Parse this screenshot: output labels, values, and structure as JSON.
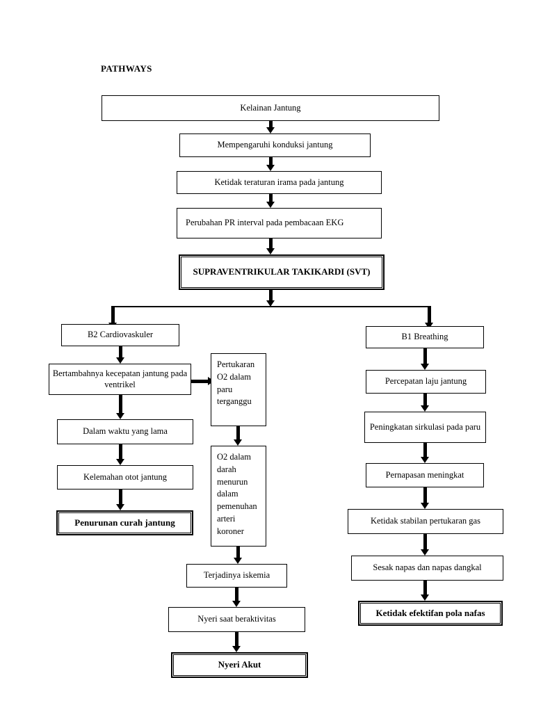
{
  "document": {
    "title": "PATHWAYS"
  },
  "flowchart": {
    "type": "flowchart",
    "orientation": "top-down",
    "nodes": [
      {
        "id": "kelainan-jantung",
        "label": "Kelainan Jantung",
        "emphasis": "normal"
      },
      {
        "id": "mempengaruhi-konduksi",
        "label": "Mempengaruhi konduksi jantung",
        "emphasis": "normal"
      },
      {
        "id": "ketidak-teraturan-irama",
        "label": "Ketidak teraturan irama pada jantung",
        "emphasis": "normal"
      },
      {
        "id": "perubahan-pr-interval",
        "label": "Perubahan PR interval pada pembacaan EKG",
        "emphasis": "normal"
      },
      {
        "id": "svt",
        "label": "SUPRAVENTRIKULAR TAKIKARDI (SVT)",
        "emphasis": "bold-thick"
      },
      {
        "id": "b2-cardiovaskuler",
        "label": "B2 Cardiovaskuler",
        "emphasis": "normal"
      },
      {
        "id": "bertambahnya-kecepatan",
        "label": "Bertambahnya kecepatan jantung pada ventrikel",
        "emphasis": "normal"
      },
      {
        "id": "dalam-waktu-lama",
        "label": "Dalam waktu yang lama",
        "emphasis": "normal"
      },
      {
        "id": "kelemahan-otot-jantung",
        "label": "Kelemahan otot jantung",
        "emphasis": "normal"
      },
      {
        "id": "penurunan-curah-jantung",
        "label": "Penurunan curah jantung",
        "emphasis": "bold-thick"
      },
      {
        "id": "pertukaran-o2-paru",
        "label": "Pertukaran O2 dalam paru terganggu",
        "emphasis": "normal"
      },
      {
        "id": "o2-darah-menurun",
        "label": "O2 dalam darah menurun dalam pemenuhan arteri koroner",
        "emphasis": "normal"
      },
      {
        "id": "terjadinya-iskemia",
        "label": "Terjadinya iskemia",
        "emphasis": "normal"
      },
      {
        "id": "nyeri-saat-beraktivitas",
        "label": "Nyeri saat beraktivitas",
        "emphasis": "normal"
      },
      {
        "id": "nyeri-akut",
        "label": "Nyeri Akut",
        "emphasis": "bold-thick"
      },
      {
        "id": "b1-breathing",
        "label": "B1 Breathing",
        "emphasis": "normal"
      },
      {
        "id": "percepatan-laju-jantung",
        "label": "Percepatan laju jantung",
        "emphasis": "normal"
      },
      {
        "id": "peningkatan-sirkulasi",
        "label": "Peningkatan sirkulasi pada paru",
        "emphasis": "normal"
      },
      {
        "id": "pernapasan-meningkat",
        "label": "Pernapasan meningkat",
        "emphasis": "normal"
      },
      {
        "id": "ketidak-stabilan-gas",
        "label": "Ketidak stabilan pertukaran gas",
        "emphasis": "normal"
      },
      {
        "id": "sesak-napas-dangkal",
        "label": "Sesak napas dan napas dangkal",
        "emphasis": "normal"
      },
      {
        "id": "ketidak-efektifan-pola",
        "label": "Ketidak efektifan pola nafas",
        "emphasis": "bold-thick"
      }
    ],
    "edges": [
      {
        "from": "kelainan-jantung",
        "to": "mempengaruhi-konduksi",
        "direction": "down"
      },
      {
        "from": "mempengaruhi-konduksi",
        "to": "ketidak-teraturan-irama",
        "direction": "down"
      },
      {
        "from": "ketidak-teraturan-irama",
        "to": "perubahan-pr-interval",
        "direction": "down"
      },
      {
        "from": "perubahan-pr-interval",
        "to": "svt",
        "direction": "down"
      },
      {
        "from": "svt",
        "to": "b2-cardiovaskuler",
        "direction": "down-split-left"
      },
      {
        "from": "svt",
        "to": "b1-breathing",
        "direction": "down-split-right"
      },
      {
        "from": "b2-cardiovaskuler",
        "to": "bertambahnya-kecepatan",
        "direction": "down"
      },
      {
        "from": "bertambahnya-kecepatan",
        "to": "dalam-waktu-lama",
        "direction": "down"
      },
      {
        "from": "bertambahnya-kecepatan",
        "to": "pertukaran-o2-paru",
        "direction": "right"
      },
      {
        "from": "dalam-waktu-lama",
        "to": "kelemahan-otot-jantung",
        "direction": "down"
      },
      {
        "from": "kelemahan-otot-jantung",
        "to": "penurunan-curah-jantung",
        "direction": "down"
      },
      {
        "from": "pertukaran-o2-paru",
        "to": "o2-darah-menurun",
        "direction": "down"
      },
      {
        "from": "o2-darah-menurun",
        "to": "terjadinya-iskemia",
        "direction": "down"
      },
      {
        "from": "terjadinya-iskemia",
        "to": "nyeri-saat-beraktivitas",
        "direction": "down"
      },
      {
        "from": "nyeri-saat-beraktivitas",
        "to": "nyeri-akut",
        "direction": "down"
      },
      {
        "from": "b1-breathing",
        "to": "percepatan-laju-jantung",
        "direction": "down"
      },
      {
        "from": "percepatan-laju-jantung",
        "to": "peningkatan-sirkulasi",
        "direction": "down"
      },
      {
        "from": "peningkatan-sirkulasi",
        "to": "pernapasan-meningkat",
        "direction": "down"
      },
      {
        "from": "pernapasan-meningkat",
        "to": "ketidak-stabilan-gas",
        "direction": "down"
      },
      {
        "from": "ketidak-stabilan-gas",
        "to": "sesak-napas-dangkal",
        "direction": "down"
      },
      {
        "from": "sesak-napas-dangkal",
        "to": "ketidak-efektifan-pola",
        "direction": "down"
      }
    ],
    "colors": {
      "stroke": "#000000",
      "fill": "#ffffff",
      "text": "#000000"
    }
  }
}
